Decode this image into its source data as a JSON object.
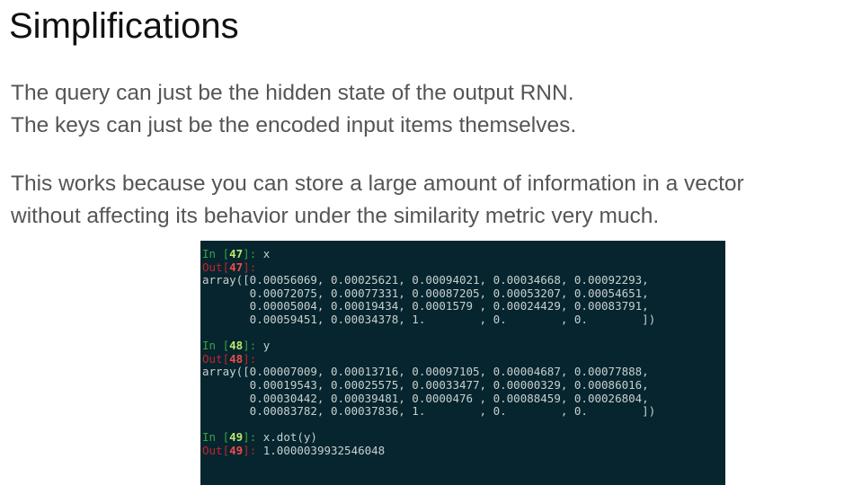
{
  "slide": {
    "title": "Simplifications",
    "paragraphs": [
      {
        "lines": [
          "The query can just be the hidden state of the output RNN.",
          "The keys can just be the encoded input items themselves."
        ]
      },
      {
        "lines": [
          "This works because you can store a large amount of information in a vector",
          "without affecting its behavior under the similarity metric very much."
        ]
      }
    ]
  },
  "terminal": {
    "cells": [
      {
        "in_label": "In [",
        "in_num": "47",
        "in_close": "]: ",
        "input": "x",
        "out_label": "Out[",
        "out_num": "47",
        "out_close": "]:",
        "output_lines": [
          "array([0.00056069, 0.00025621, 0.00094021, 0.00034668, 0.00092293,",
          "       0.00072075, 0.00077331, 0.00087205, 0.00053207, 0.00054651,",
          "       0.00005004, 0.00019434, 0.0001579 , 0.00024429, 0.00083791,",
          "       0.00059451, 0.00034378, 1.        , 0.        , 0.        ])"
        ]
      },
      {
        "in_label": "In [",
        "in_num": "48",
        "in_close": "]: ",
        "input": "y",
        "out_label": "Out[",
        "out_num": "48",
        "out_close": "]:",
        "output_lines": [
          "array([0.00007009, 0.00013716, 0.00097105, 0.00004687, 0.00077888,",
          "       0.00019543, 0.00025575, 0.00033477, 0.00000329, 0.00086016,",
          "       0.00030442, 0.00039481, 0.0000476 , 0.00088459, 0.00026804,",
          "       0.00083782, 0.00037836, 1.        , 0.        , 0.        ])"
        ]
      },
      {
        "in_label": "In [",
        "in_num": "49",
        "in_close": "]: ",
        "input": "x.dot(y)",
        "out_label": "Out[",
        "out_num": "49",
        "out_close": "]: ",
        "output_inline": "1.0000039932546048"
      }
    ]
  }
}
